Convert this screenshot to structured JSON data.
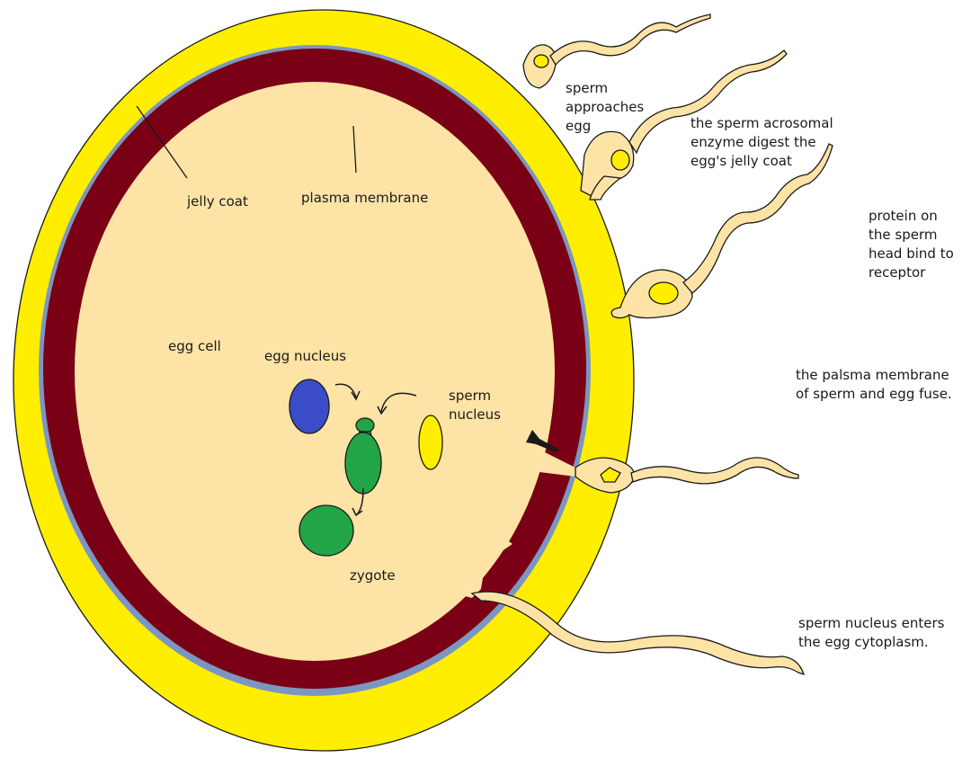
{
  "colors": {
    "background": "#ffffff",
    "jelly_coat": "#ffee00",
    "vitelline_layer": "#7b96c2",
    "plasma_membrane": "#7a0016",
    "cytoplasm": "#fde3a5",
    "sperm_body": "#fde3a5",
    "sperm_head_nucleus": "#ffee00",
    "egg_nucleus": "#3b4cc8",
    "zygote": "#22a547",
    "outline": "#1a1a1a"
  },
  "labels": {
    "jelly_coat": "jelly coat",
    "plasma_membrane": "plasma membrane",
    "egg_cell": "egg cell",
    "egg_nucleus": "egg nucleus",
    "sperm_nucleus": "sperm\nnucleus",
    "zygote": "zygote",
    "step_approach": "sperm\napproaches\negg",
    "step_acrosomal": "the sperm acrosomal\nenzyme digest the\negg's jelly coat",
    "step_binding": "protein on\nthe sperm\nhead bind to\nreceptor",
    "step_fusion": "the palsma membrane\nof sperm and egg fuse.",
    "step_entry": "sperm nucleus enters\nthe egg cytoplasm."
  }
}
